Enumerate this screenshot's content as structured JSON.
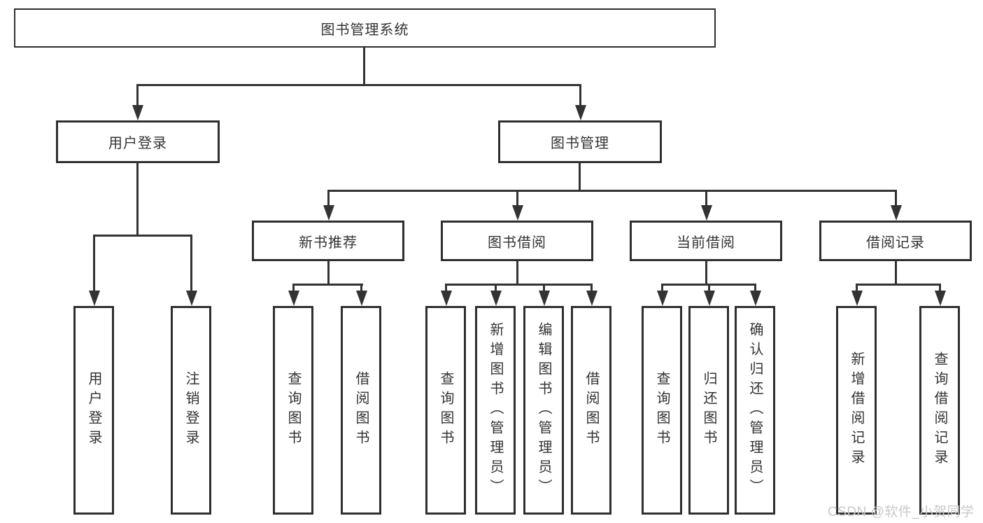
{
  "title": "图书管理系统",
  "tree": {
    "label": "图书管理系统",
    "children": [
      {
        "label": "用户登录",
        "children": [
          {
            "label": "用户登录"
          },
          {
            "label": "注销登录"
          }
        ]
      },
      {
        "label": "图书管理",
        "children": [
          {
            "label": "新书推荐",
            "children": [
              {
                "label": "查询图书"
              },
              {
                "label": "借阅图书"
              }
            ]
          },
          {
            "label": "图书借阅",
            "children": [
              {
                "label": "查询图书"
              },
              {
                "label": "新增图书（管理员）"
              },
              {
                "label": "编辑图书（管理员）"
              },
              {
                "label": "借阅图书"
              }
            ]
          },
          {
            "label": "当前借阅",
            "children": [
              {
                "label": "查询图书"
              },
              {
                "label": "归还图书"
              },
              {
                "label": "确认归还（管理员）"
              }
            ]
          },
          {
            "label": "借阅记录",
            "children": [
              {
                "label": "新增借阅记录"
              },
              {
                "label": "查询借阅记录"
              }
            ]
          }
        ]
      }
    ]
  },
  "watermark": "CSDN @软件_小贺同学",
  "colors": {
    "line": "#333333",
    "box_border": "#2f2f2f",
    "box_fill": "#ffffff",
    "text": "#333333",
    "watermark": "#c9c9c9"
  }
}
